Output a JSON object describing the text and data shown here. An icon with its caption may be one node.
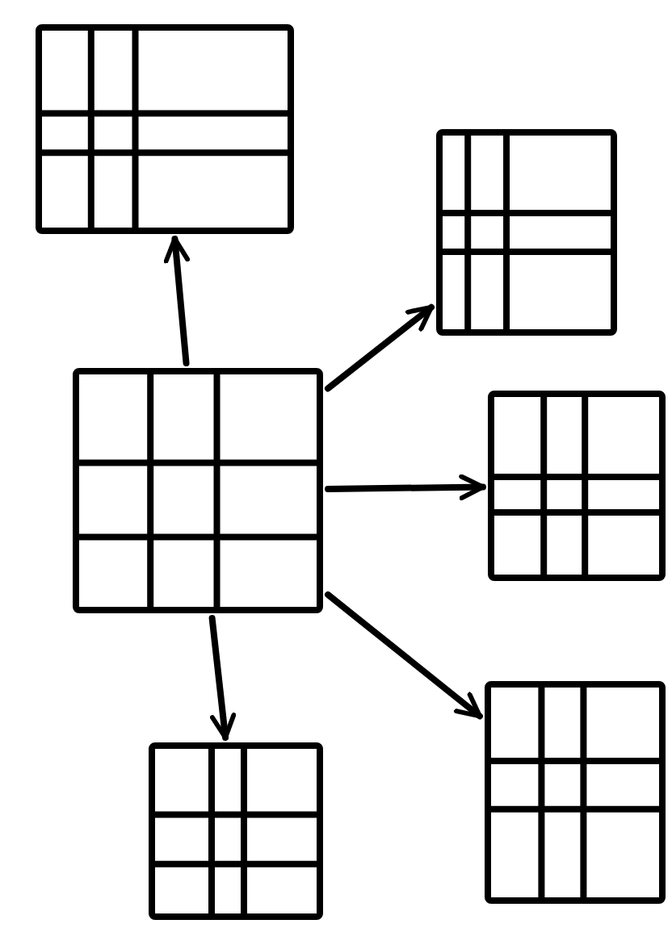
{
  "diagram": {
    "nodes": [
      {
        "text": [],
        "shape": "box"
      },
      {
        "text": [],
        "shape": "box"
      },
      {
        "text": [],
        "shape": "box"
      },
      {
        "text": [],
        "shape": "box"
      },
      {
        "text": [],
        "shape": "box"
      },
      {
        "text": [],
        "shape": "box"
      }
    ],
    "edges": [
      {
        "from": 2,
        "to": 0,
        "arrow": "to"
      },
      {
        "from": 2,
        "to": 1,
        "arrow": "to"
      },
      {
        "from": 2,
        "to": 3,
        "arrow": "to"
      },
      {
        "from": 2,
        "to": 4,
        "arrow": "to"
      },
      {
        "from": 2,
        "to": 5,
        "arrow": "to"
      }
    ]
  }
}
